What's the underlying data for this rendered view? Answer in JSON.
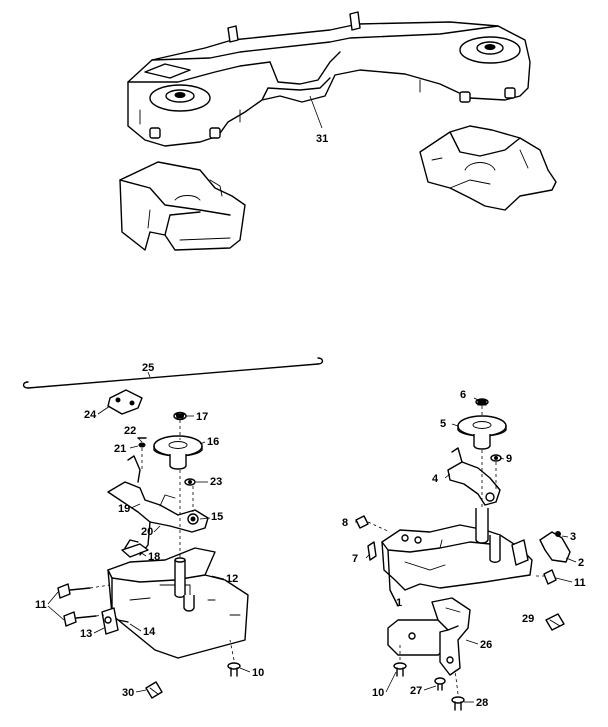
{
  "callouts": [
    {
      "id": "31",
      "text": "31"
    },
    {
      "id": "25",
      "text": "25"
    },
    {
      "id": "24",
      "text": "24"
    },
    {
      "id": "22",
      "text": "22"
    },
    {
      "id": "21",
      "text": "21"
    },
    {
      "id": "17",
      "text": "17"
    },
    {
      "id": "16",
      "text": "16"
    },
    {
      "id": "23",
      "text": "23"
    },
    {
      "id": "19",
      "text": "19"
    },
    {
      "id": "20",
      "text": "20"
    },
    {
      "id": "15",
      "text": "15"
    },
    {
      "id": "18",
      "text": "18"
    },
    {
      "id": "12",
      "text": "12"
    },
    {
      "id": "11a",
      "text": "11"
    },
    {
      "id": "13",
      "text": "13"
    },
    {
      "id": "14",
      "text": "14"
    },
    {
      "id": "10a",
      "text": "10"
    },
    {
      "id": "30",
      "text": "30"
    },
    {
      "id": "6",
      "text": "6"
    },
    {
      "id": "5",
      "text": "5"
    },
    {
      "id": "9",
      "text": "9"
    },
    {
      "id": "4",
      "text": "4"
    },
    {
      "id": "8",
      "text": "8"
    },
    {
      "id": "3",
      "text": "3"
    },
    {
      "id": "7",
      "text": "7"
    },
    {
      "id": "2",
      "text": "2"
    },
    {
      "id": "11b",
      "text": "11"
    },
    {
      "id": "1",
      "text": "1"
    },
    {
      "id": "29",
      "text": "29"
    },
    {
      "id": "26",
      "text": "26"
    },
    {
      "id": "10b",
      "text": "10"
    },
    {
      "id": "27",
      "text": "27"
    },
    {
      "id": "28",
      "text": "28"
    }
  ]
}
